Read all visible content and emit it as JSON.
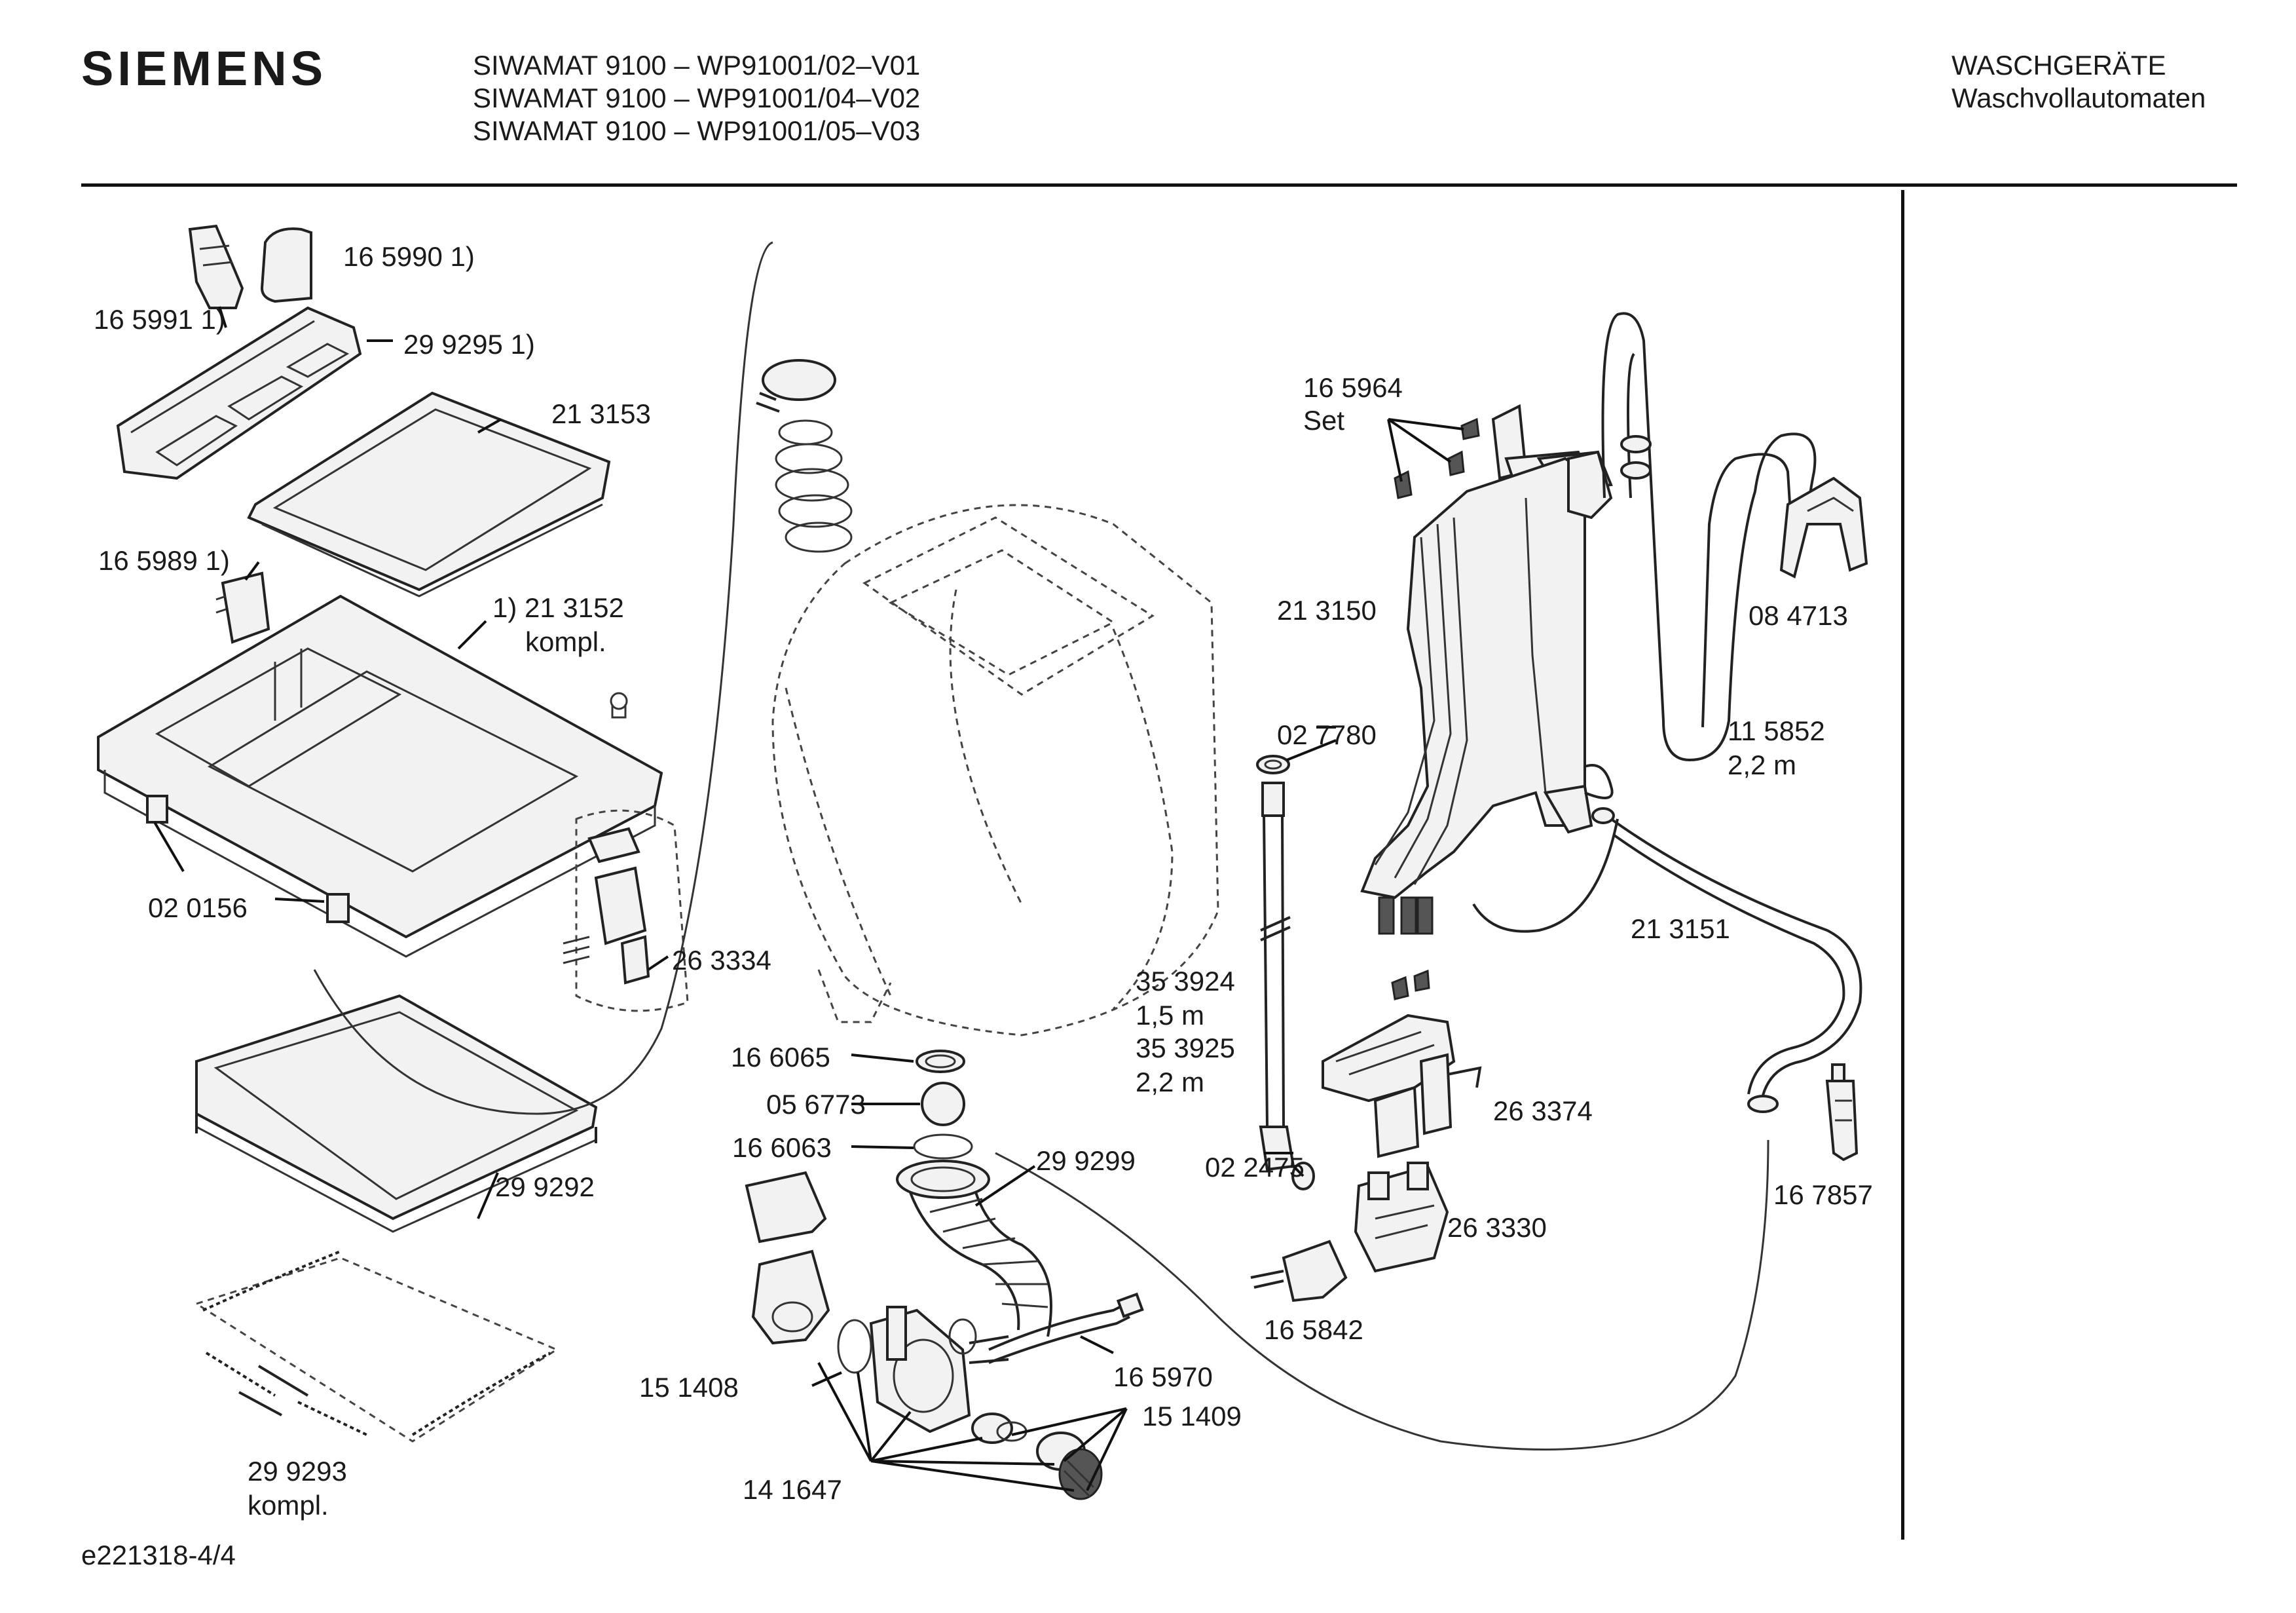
{
  "header": {
    "brand": "SIEMENS",
    "models": [
      "SIWAMAT 9100 – WP91001/02–V01",
      "SIWAMAT 9100 – WP91001/04–V02",
      "SIWAMAT 9100 – WP91001/05–V03"
    ],
    "category": "WASCHGERÄTE",
    "subcategory": "Waschvollautomaten"
  },
  "labels": {
    "p165990": "16 5990 1)",
    "p165991": "16 5991 1)",
    "p299295": "29 9295 1)",
    "p213153": "21 3153",
    "p165989": "16 5989 1)",
    "p213152": "1) 21 3152",
    "p213152b": "kompl.",
    "p020156": "02 0156",
    "p263334": "26 3334",
    "p299292": "29 9292",
    "p299293": "29 9293",
    "p299293b": "kompl.",
    "p166065": "16 6065",
    "p056773": "05 6773",
    "p166063": "16 6063",
    "p299299": "29 9299",
    "p151408": "15 1408",
    "p141647": "14 1647",
    "p165970": "16 5970",
    "p151409": "15 1409",
    "p165964": "16 5964",
    "p165964b": "Set",
    "p213150": "21 3150",
    "p027780": "02 7780",
    "p353924": "35 3924",
    "p353924b": "1,5 m",
    "p353925": "35 3925",
    "p353925b": "2,2 m",
    "p022475": "02 2475",
    "p263374": "26 3374",
    "p263330": "26 3330",
    "p165842": "16 5842",
    "p084713": "08 4713",
    "p115852": "11 5852",
    "p115852b": "2,2 m",
    "p213151": "21 3151",
    "p167857": "16 7857"
  },
  "footer": {
    "doc_code": "e221318-4/4"
  }
}
